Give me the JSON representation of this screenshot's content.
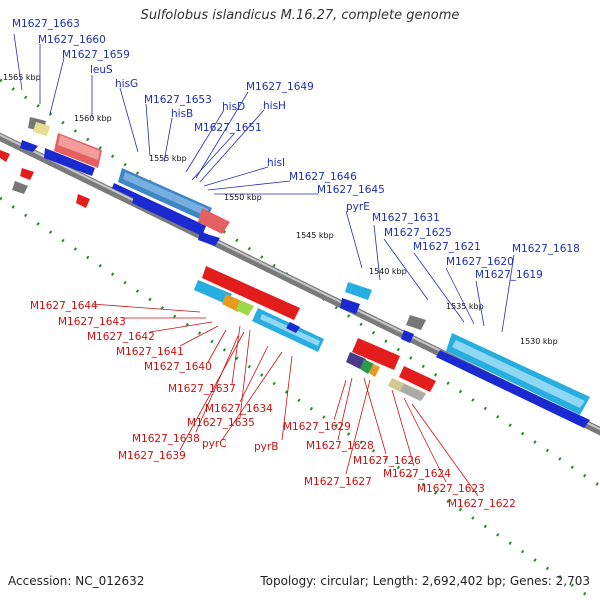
{
  "header": {
    "title": "Sulfolobus islandicus M.16.27, complete genome"
  },
  "footer": {
    "accession": "Accession: NC_012632",
    "summary": "Topology: circular; Length: 2,692,402 bp; Genes: 2,703"
  },
  "ticks": [
    "1565 kbp",
    "1560 kbp",
    "1555 kbp",
    "1550 kbp",
    "1545 kbp",
    "1540 kbp",
    "1535 kbp",
    "1530 kbp"
  ],
  "colors": {
    "forward_label": "#1f2fb4",
    "reverse_label": "#cc1010",
    "backbone": "#8c8c8c"
  },
  "forward_genes": [
    "M1627_1663",
    "M1627_1660",
    "M1627_1659",
    "leuS",
    "hisG",
    "M1627_1653",
    "hisB",
    "hisD",
    "M1627_1649",
    "hisH",
    "M1627_1651",
    "hisI",
    "M1627_1646",
    "M1627_1645",
    "pyrE",
    "M1627_1631",
    "M1627_1625",
    "M1627_1621",
    "M1627_1620",
    "M1627_1618",
    "M1627_1619"
  ],
  "reverse_genes": [
    "M1627_1644",
    "M1627_1643",
    "M1627_1642",
    "M1627_1641",
    "M1627_1640",
    "M1627_1637",
    "M1627_1634",
    "M1627_1635",
    "M1627_1638",
    "pyrC",
    "M1627_1639",
    "pyrB",
    "M1627_1629",
    "M1627_1628",
    "M1627_1626",
    "M1627_1627",
    "M1627_1624",
    "M1627_1623",
    "M1627_1622"
  ]
}
